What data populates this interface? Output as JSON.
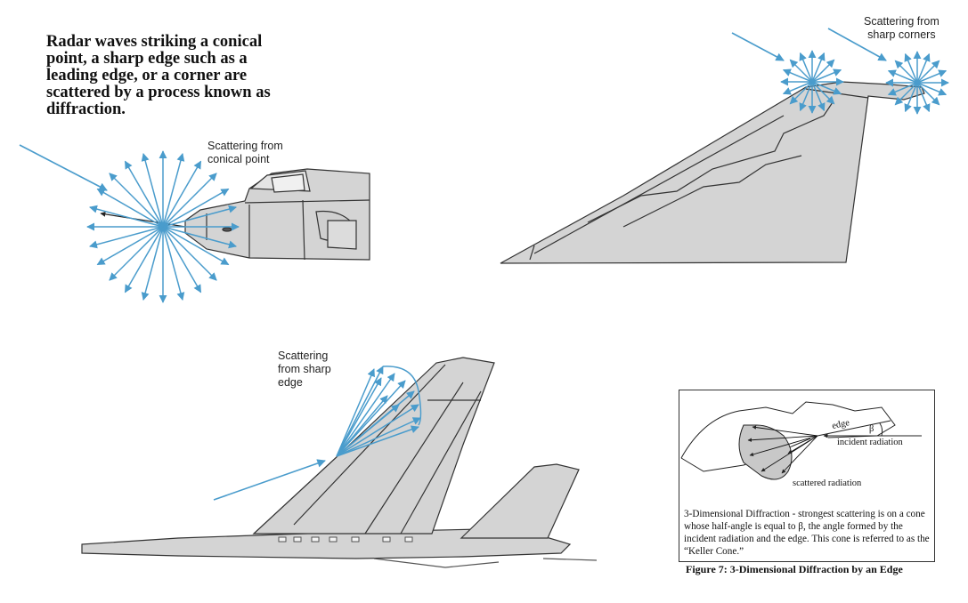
{
  "headline": "Radar waves striking a conical point, a sharp edge such as a leading edge, or a corner are scattered by a process known as diffraction.",
  "labels": {
    "conical_point": [
      "Scattering from",
      "conical point"
    ],
    "sharp_corners": [
      "Scattering from",
      "sharp corners"
    ],
    "sharp_edge": [
      "Scattering",
      "from sharp",
      "edge"
    ]
  },
  "figure": {
    "edge_label": "edge",
    "beta": "β",
    "incident_label": "incident radiation",
    "scattered_label": "scattered radiation",
    "caption": "3-Dimensional Diffraction - strongest scattering is on a cone whose half-angle is equal to β, the angle formed by the incident radiation and the edge.  This cone is referred to as the “Keller Cone.”",
    "title": "Figure 7:  3-Dimensional Diffraction by an Edge"
  },
  "colors": {
    "arrow": "#4a9ccc",
    "fill": "#d4d4d4",
    "line": "#333333"
  }
}
